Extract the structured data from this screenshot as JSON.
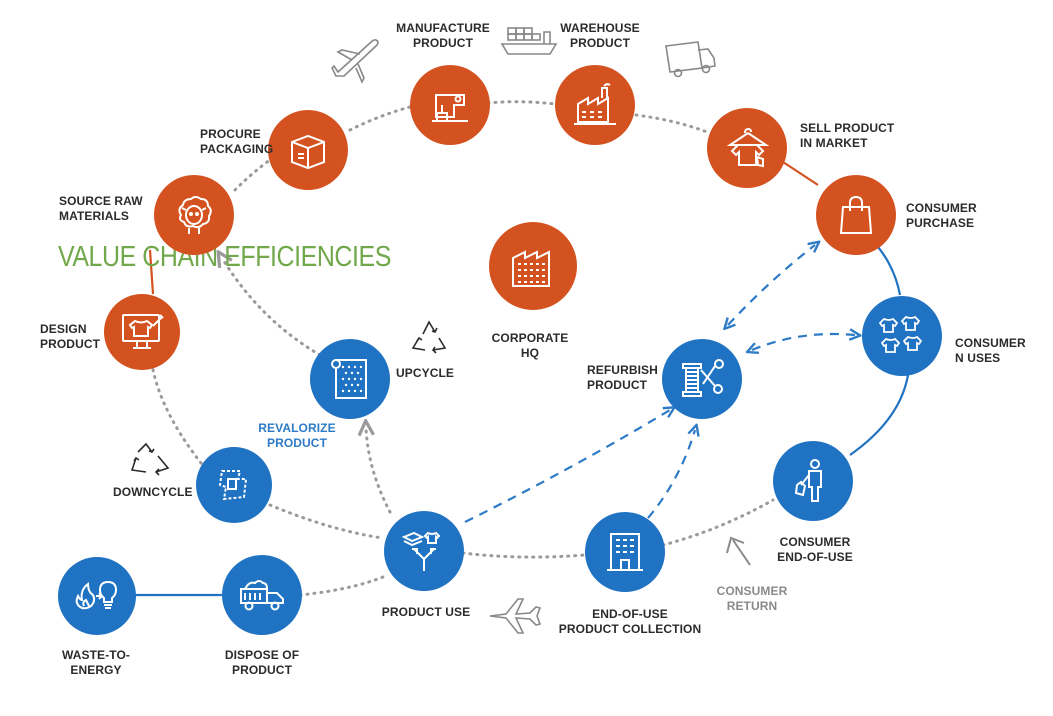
{
  "title": "VALUE CHAIN EFFICIENCIES",
  "colors": {
    "orange": "#d4521f",
    "blue": "#1f73c2",
    "green": "#71a84b",
    "dotted": "#9a9a9a",
    "text": "#2b2b2b",
    "label_blue": "#2d7bc6",
    "label_gray": "#8a8a8a"
  },
  "nodes": {
    "source_raw_materials": {
      "lines": [
        "SOURCE RAW",
        "MATERIALS"
      ],
      "icon": "sheep-icon"
    },
    "procure_packaging": {
      "lines": [
        "PROCURE",
        "PACKAGING"
      ],
      "icon": "box-icon"
    },
    "manufacture_product": {
      "lines": [
        "MANUFACTURE",
        "PRODUCT"
      ],
      "icon": "sewing-machine-icon"
    },
    "warehouse_product": {
      "lines": [
        "WAREHOUSE",
        "PRODUCT"
      ],
      "icon": "factory-icon"
    },
    "sell_product": {
      "lines": [
        "SELL PRODUCT",
        "IN MARKET"
      ],
      "icon": "shirt-tag-icon"
    },
    "consumer_purchase": {
      "lines": [
        "CONSUMER",
        "PURCHASE"
      ],
      "icon": "shopping-bag-icon"
    },
    "consumer_n_uses": {
      "lines": [
        "CONSUMER",
        "N USES"
      ],
      "icon": "shirts-icon"
    },
    "consumer_end_of_use": {
      "lines": [
        "CONSUMER",
        "END-OF-USE"
      ],
      "icon": "person-icon"
    },
    "end_of_use_collection": {
      "lines": [
        "END-OF-USE",
        "PRODUCT COLLECTION"
      ],
      "icon": "building-icon"
    },
    "product_use": {
      "lines": [
        "PRODUCT USE"
      ],
      "icon": "split-arrow-icon"
    },
    "dispose_of_product": {
      "lines": [
        "DISPOSE OF",
        "PRODUCT"
      ],
      "icon": "dump-truck-icon"
    },
    "waste_to_energy": {
      "lines": [
        "WASTE-TO-",
        "ENERGY"
      ],
      "icon": "fire-bulb-icon"
    },
    "downcycle_node": {
      "icon": "fabric-scraps-icon"
    },
    "design_product": {
      "lines": [
        "DESIGN",
        "PRODUCT"
      ],
      "icon": "monitor-shirt-icon"
    },
    "upcycle_node": {
      "icon": "fabric-roll-icon"
    },
    "refurbish_product": {
      "lines": [
        "REFURBISH",
        "PRODUCT"
      ],
      "icon": "spool-scissors-icon"
    },
    "corporate_hq": {
      "lines": [
        "CORPORATE",
        "HQ"
      ],
      "icon": "corporate-building-icon"
    }
  },
  "side_labels": {
    "downcycle": "DOWNCYCLE",
    "upcycle": "UPCYCLE",
    "revalorize": [
      "REVALORIZE",
      "PRODUCT"
    ],
    "consumer_return": [
      "CONSUMER",
      "RETURN"
    ]
  }
}
